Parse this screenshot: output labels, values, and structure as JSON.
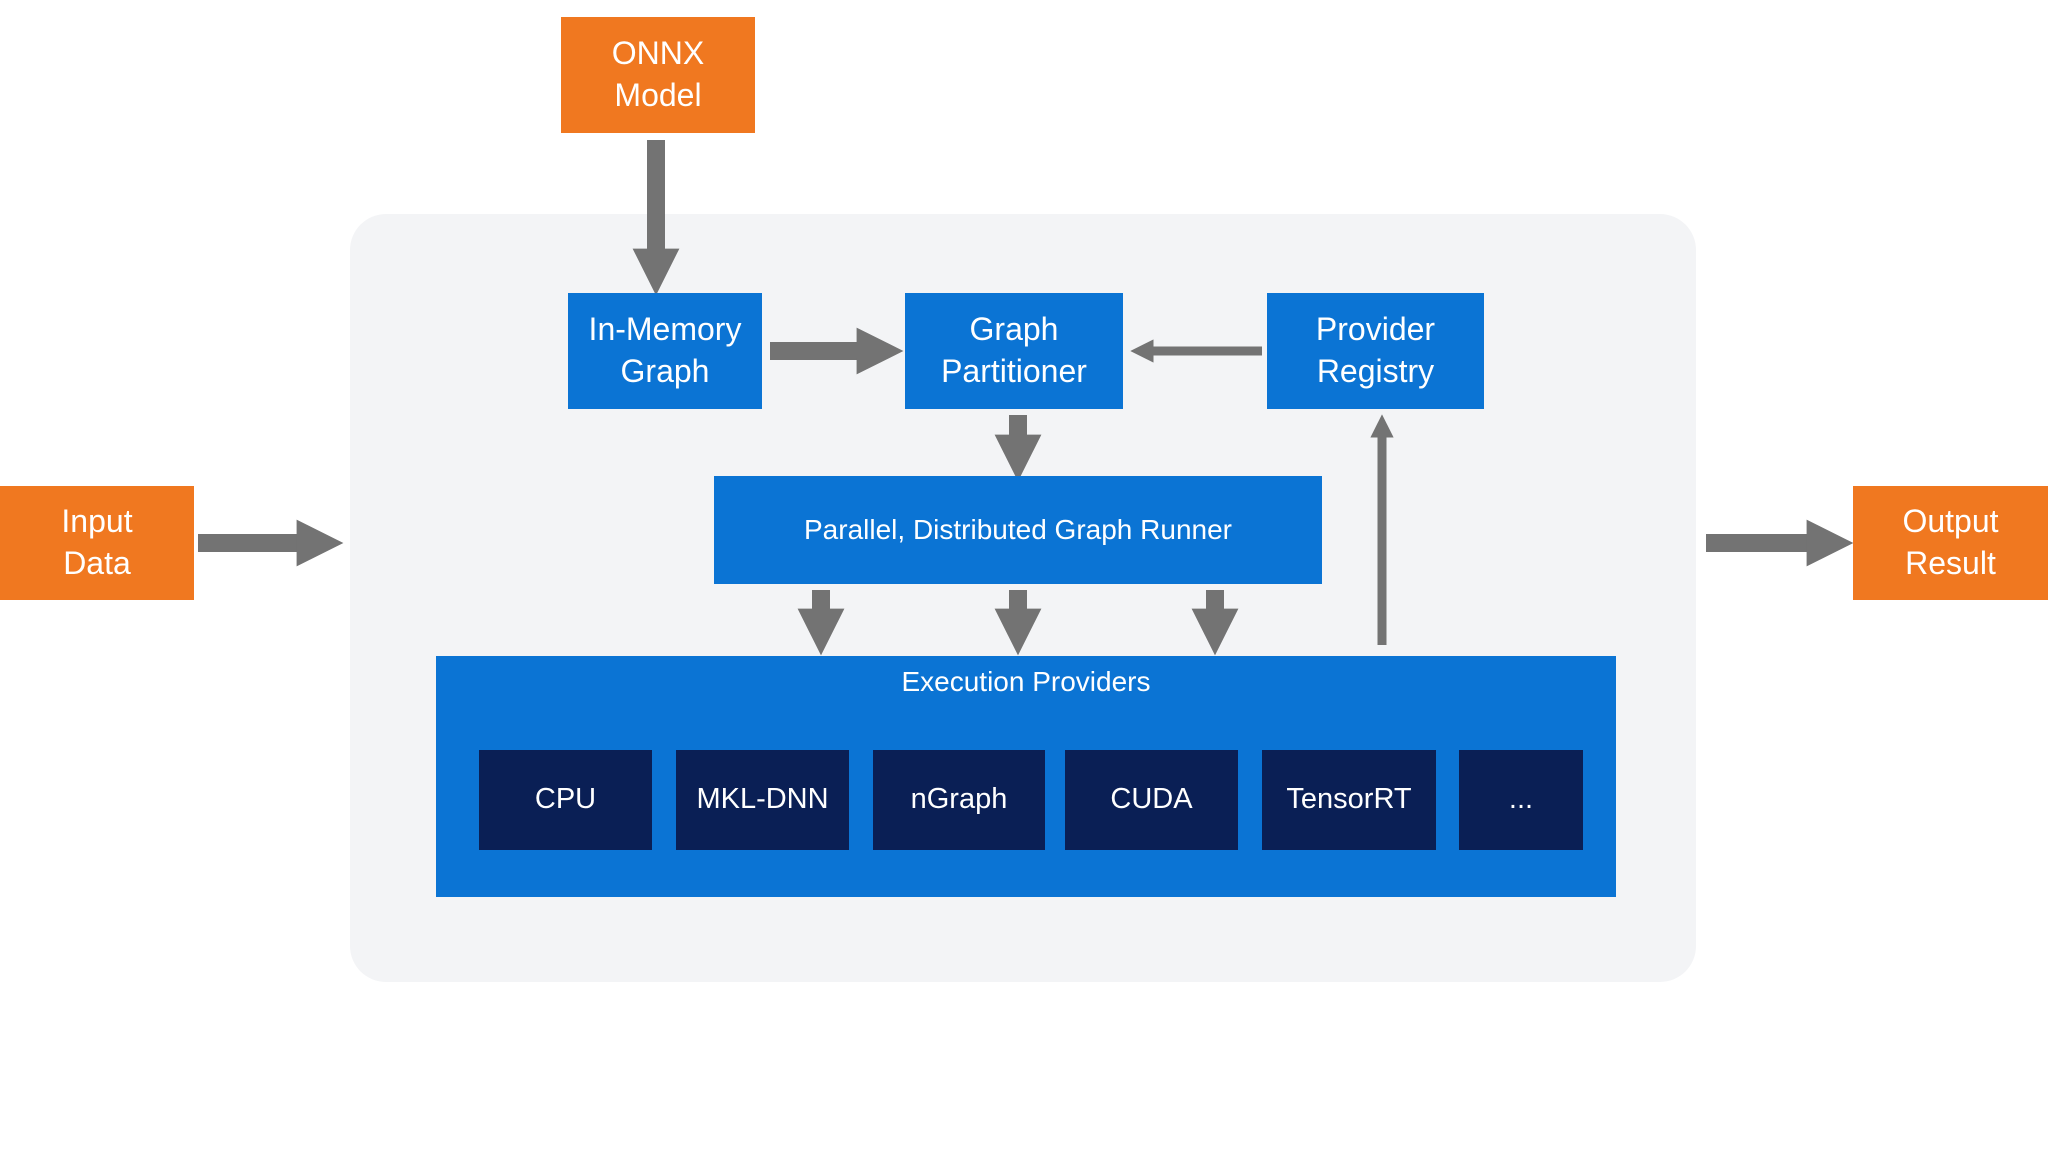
{
  "diagram": {
    "onnx_model": "ONNX\nModel",
    "input_data": "Input\nData",
    "output_result": "Output\nResult",
    "in_memory_graph": "In-Memory\nGraph",
    "graph_partitioner": "Graph\nPartitioner",
    "provider_registry": "Provider\nRegistry",
    "graph_runner": "Parallel, Distributed Graph Runner",
    "execution_providers": {
      "title": "Execution Providers",
      "items": [
        "CPU",
        "MKL-DNN",
        "nGraph",
        "CUDA",
        "TensorRT",
        "..."
      ]
    }
  },
  "colors": {
    "orange": "#f07820",
    "blue": "#0b74d4",
    "dark_navy": "#0a1f55",
    "arrow_gray": "#737373",
    "panel_bg": "#f3f4f6"
  }
}
